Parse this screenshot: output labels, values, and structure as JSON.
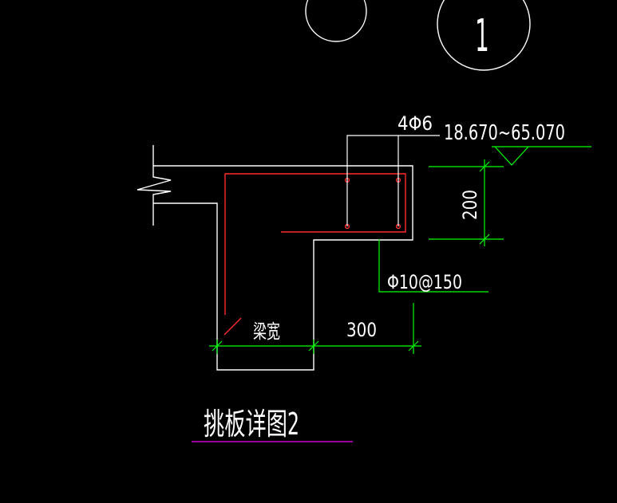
{
  "drawing": {
    "title": "挑板详图2",
    "circle_label": "1",
    "elevation_label": "18.670~65.070",
    "top_rebar_label": "4Φ6",
    "stirrup_label": "Φ10@150",
    "depth_dim": "200",
    "width_dim": "300",
    "beam_width_label": "梁宽"
  },
  "colors": {
    "background": "#000000",
    "outline": "#ffffff",
    "rebar": "#ff2a2a",
    "dimension": "#00ff00",
    "underline": "#cc00cc"
  }
}
